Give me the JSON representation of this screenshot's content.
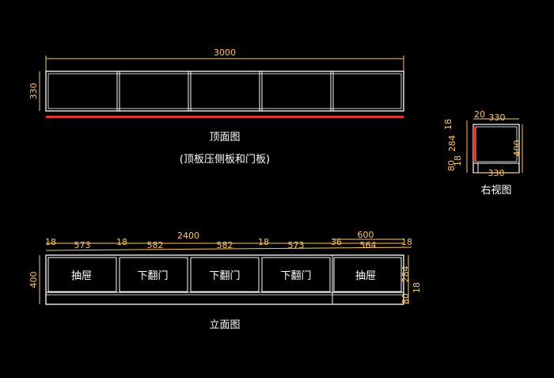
{
  "colors": {
    "background": "#000000",
    "outline": "#ffffff",
    "dimension": "#ffc36a",
    "accent_red": "#d83b2f"
  },
  "top_view": {
    "overall_width": "3000",
    "depth": "330",
    "caption": "顶面图",
    "note": "(顶板压侧板和门板)"
  },
  "right_view": {
    "dim_top_20": "20",
    "dim_top_330": "330",
    "dim_left_18_top": "18",
    "dim_left_284": "284",
    "dim_left_18_bottom": "18",
    "dim_left_80": "80",
    "dim_bottom_330": "330",
    "dim_right_400": "400",
    "caption": "右视图"
  },
  "elevation": {
    "caption": "立面图",
    "total_2400": "2400",
    "total_600": "600",
    "height_400": "400",
    "segments": [
      "18",
      "573",
      "18",
      "582",
      "582",
      "18",
      "573",
      "36",
      "564",
      "18"
    ],
    "right_284": "284",
    "right_18": "18",
    "right_80": "80",
    "panels": [
      "抽屉",
      "下翻门",
      "下翻门",
      "下翻门",
      "抽屉"
    ]
  }
}
